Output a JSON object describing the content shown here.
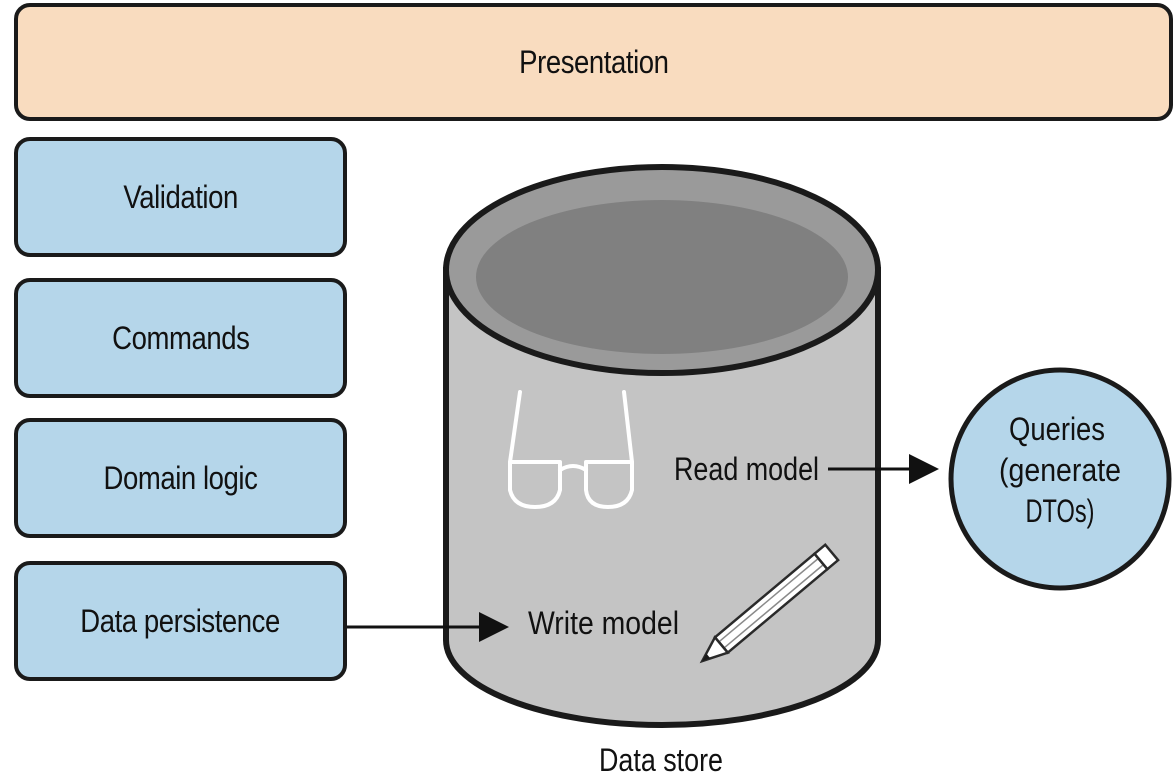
{
  "presentation_label": "Presentation",
  "layers": [
    {
      "label": "Validation"
    },
    {
      "label": "Commands"
    },
    {
      "label": "Domain logic"
    },
    {
      "label": "Data persistence"
    }
  ],
  "data_store": {
    "label": "Data store",
    "read_model": "Read model",
    "write_model": "Write model"
  },
  "queries": {
    "line1": "Queries",
    "line2": "(generate",
    "line3": "DTOs)"
  },
  "colors": {
    "presentation_fill": "#f9dcbf",
    "layer_fill": "#b5d6ea",
    "cylinder_body": "#c4c4c4",
    "cylinder_top_outer": "#9a9a9a",
    "cylinder_top_inner": "#808080",
    "outline": "#1a1a1a"
  },
  "icons": [
    "glasses-icon",
    "pencil-icon",
    "arrow-icon"
  ]
}
